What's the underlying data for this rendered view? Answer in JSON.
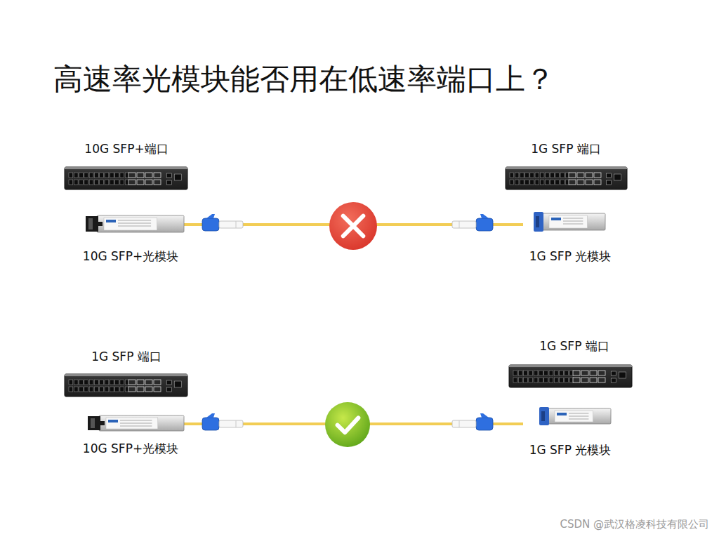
{
  "diagram": {
    "title": "高速率光模块能否用在低速率端口上？",
    "nodes": [
      {
        "text": [
          "10G SFP+端口"
        ]
      },
      {
        "text": [
          "1G SFP 端口"
        ]
      },
      {
        "text": [
          "10G SFP+光模块"
        ]
      },
      {
        "text": [
          "1G SFP 光模块"
        ]
      },
      {
        "text": [
          "1G SFP 端口"
        ]
      },
      {
        "text": [
          "1G SFP 端口"
        ]
      },
      {
        "text": [
          "10G SFP+光模块"
        ]
      },
      {
        "text": [
          "1G SFP 光模块"
        ]
      }
    ],
    "edges": [
      {
        "from": 2,
        "to": 3,
        "arrow": "none"
      },
      {
        "from": 6,
        "to": 7,
        "arrow": "none"
      }
    ],
    "labels": [
      "CSDN @武汉格凌科技有限公司"
    ]
  }
}
